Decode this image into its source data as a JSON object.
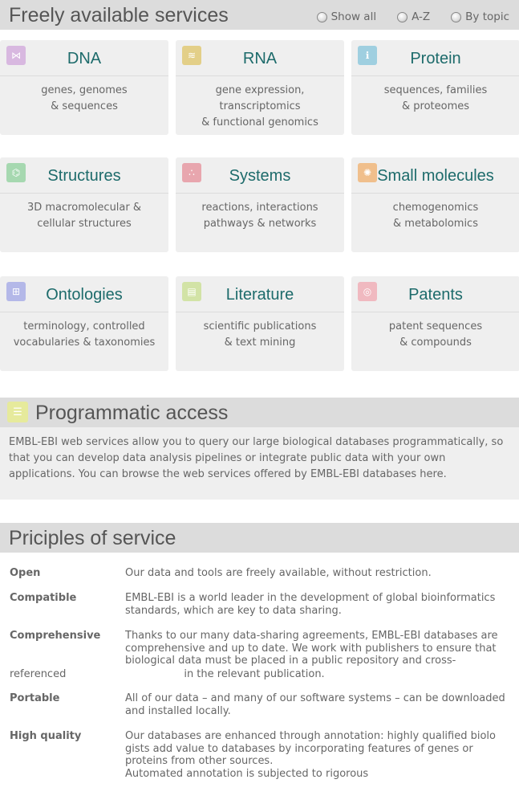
{
  "services": {
    "title": "Freely available services",
    "filters": [
      "Show all",
      "A-Z",
      "By topic"
    ],
    "cards": [
      {
        "title": "DNA",
        "desc": [
          "genes, genomes",
          "& sequences"
        ],
        "icon": "dna-icon",
        "color": "#d8b8e0"
      },
      {
        "title": "RNA",
        "desc": [
          "gene expression,",
          "transcriptomics",
          "& functional genomics"
        ],
        "icon": "rna-icon",
        "color": "#e3cf88"
      },
      {
        "title": "Protein",
        "desc": [
          "sequences, families",
          "& proteomes"
        ],
        "icon": "protein-icon",
        "color": "#9fcfe0"
      },
      {
        "title": "Structures",
        "desc": [
          "3D macromolecular &",
          "cellular structures"
        ],
        "icon": "structures-icon",
        "color": "#a6d8b0"
      },
      {
        "title": "Systems",
        "desc": [
          "reactions, interactions",
          "pathways & networks"
        ],
        "icon": "systems-icon",
        "color": "#e8a6ae"
      },
      {
        "title": "Small molecules",
        "desc": [
          "chemogenomics",
          "& metabolomics"
        ],
        "icon": "small-molecules-icon",
        "color": "#f0bf8c"
      },
      {
        "title": "Ontologies",
        "desc": [
          "terminology, controlled",
          "vocabularies & taxonomies"
        ],
        "icon": "ontologies-icon",
        "color": "#b4b8e8"
      },
      {
        "title": "Literature",
        "desc": [
          "scientific publications",
          "& text mining"
        ],
        "icon": "literature-icon",
        "color": "#d2e3a6"
      },
      {
        "title": "Patents",
        "desc": [
          "patent sequences",
          "& compounds"
        ],
        "icon": "patents-icon",
        "color": "#f0b9c0"
      }
    ]
  },
  "programmatic": {
    "title": "Programmatic access",
    "icon": "programmatic-icon",
    "lines": [
      "EMBL-EBI web services allow you to query our large biological databases programmatically, so",
      "that you can develop data analysis pipelines or integrate public data with your own",
      "applications. You can browse the web services offered by EMBL-EBI databases here."
    ]
  },
  "principles": {
    "title": "Priciples of service",
    "items": [
      {
        "term": "Open",
        "lines": [
          "Our data and tools are freely available, without restriction."
        ]
      },
      {
        "term": "Compatible",
        "lines": [
          "EMBL-EBI is a world leader in the development of global bioinformatics",
          "standards, which are key to data sharing."
        ]
      },
      {
        "term": "Comprehensive",
        "lines": [
          "Thanks to our many data-sharing agreements, EMBL-EBI databases are",
          "comprehensive and up to date. We work with publishers to ensure that",
          "biological data must be placed in a public repository and cross-"
        ],
        "extra_left": "referenced",
        "extra_right": "in the relevant publication."
      },
      {
        "term": "Portable",
        "lines": [
          "All of our data – and many of our software systems – can be downloaded",
          "and installed locally."
        ]
      },
      {
        "term": "High quality",
        "lines": [
          "Our databases are enhanced through annotation: highly qualified biolo",
          "gists add value to databases by incorporating features of genes or",
          "proteins from other sources.",
          "Automated annotation is subjected to rigorous"
        ]
      }
    ]
  }
}
